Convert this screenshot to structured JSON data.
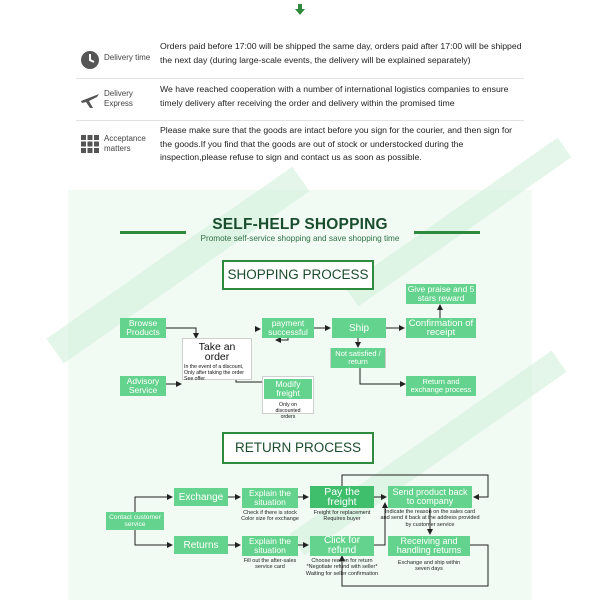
{
  "info": [
    {
      "icon": "clock-icon",
      "label": "Delivery time",
      "text": "Orders paid before 17:00 will be shipped the same day, orders paid after 17:00 will be shipped the next day (during large-scale events, the delivery will be explained separately)"
    },
    {
      "icon": "airplane-icon",
      "label": "Delivery Express",
      "text": "We have reached cooperation with a number of international logistics companies to ensure timely delivery after receiving the order and delivery within the promised time"
    },
    {
      "icon": "grid-icon",
      "label": "Acceptance matters",
      "text": "Please make sure that the goods are intact before you sign for the courier, and then sign for the goods.If you find that the goods are out of stock or understocked during the inspection,please refuse to sign and contact us as soon as possible."
    }
  ],
  "header": {
    "title": "SELF-HELP SHOPPING",
    "subtitle": "Promote self-service shopping and save shopping time"
  },
  "shopping": {
    "title": "SHOPPING PROCESS",
    "browse": "Browse Products",
    "advisory": "Advisory Service",
    "take_order": "Take an order",
    "take_order_note": "In the event of a discount, Only after taking the order See offer",
    "payment": "payment successful",
    "modify": "Modify freight",
    "modify_note": "Only on discounted orders",
    "ship": "Ship",
    "not_satisfied": "Not satisfied / return",
    "confirmation": "Confirmation of receipt",
    "praise": "Give praise and 5 stars reward",
    "return_exchange": "Return and exchange process"
  },
  "return": {
    "title": "RETURN PROCESS",
    "contact": "Contact customer service",
    "exchange": "Exchange",
    "returns": "Returns",
    "explain1": "Explain the situation",
    "explain1_note": "Check if there is stock Color size for exchange",
    "explain2": "Explain the situation",
    "explain2_note": "Fill out the after-sales service card",
    "pay": "Pay the freight",
    "pay_note": "Freight for replacement Requires buyer",
    "refund": "Click for refund",
    "refund_note": "Choose reason for return *Negotiate refund with seller* Waiting for seller confirmation",
    "send_back": "Send product back to company",
    "send_back_note": "Indicate the reason on the sales card and send it back at the address provided by customer service",
    "receiving": "Receiving and handling returns",
    "receiving_note": "Exchange and ship within seven days"
  },
  "colors": {
    "primary": "#2e8b3e",
    "node": "#64d38d",
    "panel": "#f1fbf4"
  }
}
